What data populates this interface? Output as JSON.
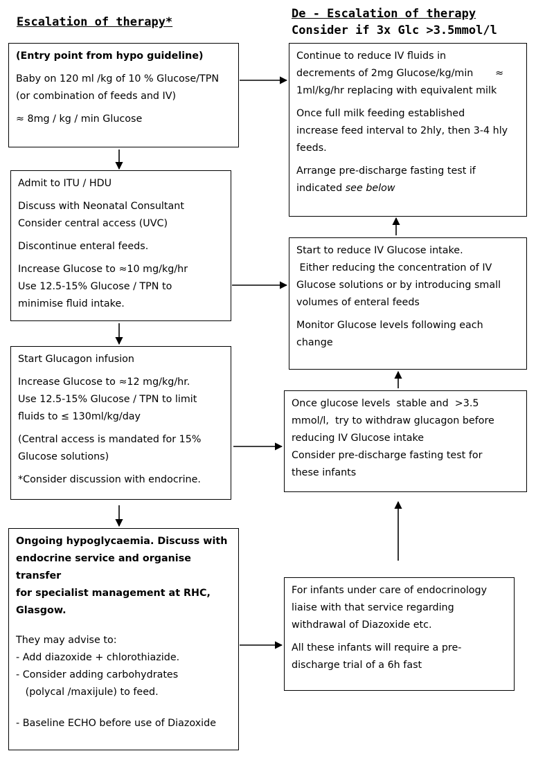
{
  "headers": {
    "escalation": "Escalation of therapy*",
    "deescalation_line1": "De - Escalation of therapy",
    "deescalation_line2": "Consider if 3x Glc >3.5mmol/l"
  },
  "left": {
    "box1": {
      "title": "(Entry point from hypo guideline)",
      "line1": "Baby on 120 ml /kg of 10 % Glucose/TPN",
      "line2": "(or combination of feeds and IV)",
      "line3": "≈ 8mg / kg / min Glucose"
    },
    "box2": {
      "line1": "Admit to ITU / HDU",
      "line2": "Discuss with Neonatal Consultant",
      "line3": "Consider central access (UVC)",
      "line4": "Discontinue enteral feeds.",
      "line5": "Increase Glucose to ≈10 mg/kg/hr",
      "line6": "Use 12.5-15% Glucose / TPN to",
      "line7": "minimise fluid intake."
    },
    "box3": {
      "line1": "Start Glucagon infusion",
      "line2": "Increase Glucose to ≈12 mg/kg/hr.",
      "line3": "Use 12.5-15% Glucose / TPN to limit",
      "line4": "fluids to ≤ 130ml/kg/day",
      "line5": "(Central access is mandated for 15%",
      "line6": "Glucose solutions)",
      "line7": "*Consider discussion with endocrine."
    },
    "box4": {
      "bold1": "Ongoing hypoglycaemia.  Discuss with",
      "bold2": "endocrine service and organise transfer",
      "bold3": "for specialist management at RHC,",
      "bold4": "Glasgow.",
      "line1": "They may advise to:",
      "line2": "- Add diazoxide + chlorothiazide.",
      "line3": "- Consider adding carbohydrates",
      "line4": "   (polycal /maxijule) to feed.",
      "line5": "- Baseline ECHO before use of Diazoxide"
    }
  },
  "right": {
    "box1": {
      "line1": "Continue to reduce IV fluids in",
      "line2": "decrements of 2mg Glucose/kg/min       ≈",
      "line3": "1ml/kg/hr replacing with equivalent milk",
      "line4": "Once full milk feeding established",
      "line5": "increase feed interval to 2hly, then 3-4 hly",
      "line6": "feeds.",
      "line7": "Arrange pre-discharge fasting test if",
      "line8_prefix": "indicated ",
      "line8_italic": "see below"
    },
    "box2": {
      "line1": "Start to reduce IV Glucose intake.",
      "line2": " Either reducing the concentration of IV",
      "line3": "Glucose solutions or by introducing small",
      "line4": "volumes of enteral feeds",
      "line5": "Monitor Glucose levels following each",
      "line6": "change"
    },
    "box3": {
      "line1": "Once glucose levels  stable and  >3.5",
      "line2": "mmol/l,  try to withdraw glucagon before",
      "line3": "reducing IV Glucose intake",
      "line4": "Consider pre-discharge fasting test for",
      "line5": "these infants"
    },
    "box4": {
      "line1": "For infants under care of endocrinology",
      "line2": "liaise with that service regarding",
      "line3": "withdrawal of Diazoxide etc.",
      "line4": "All these infants will require a pre-",
      "line5": "discharge trial of a 6h fast"
    }
  }
}
